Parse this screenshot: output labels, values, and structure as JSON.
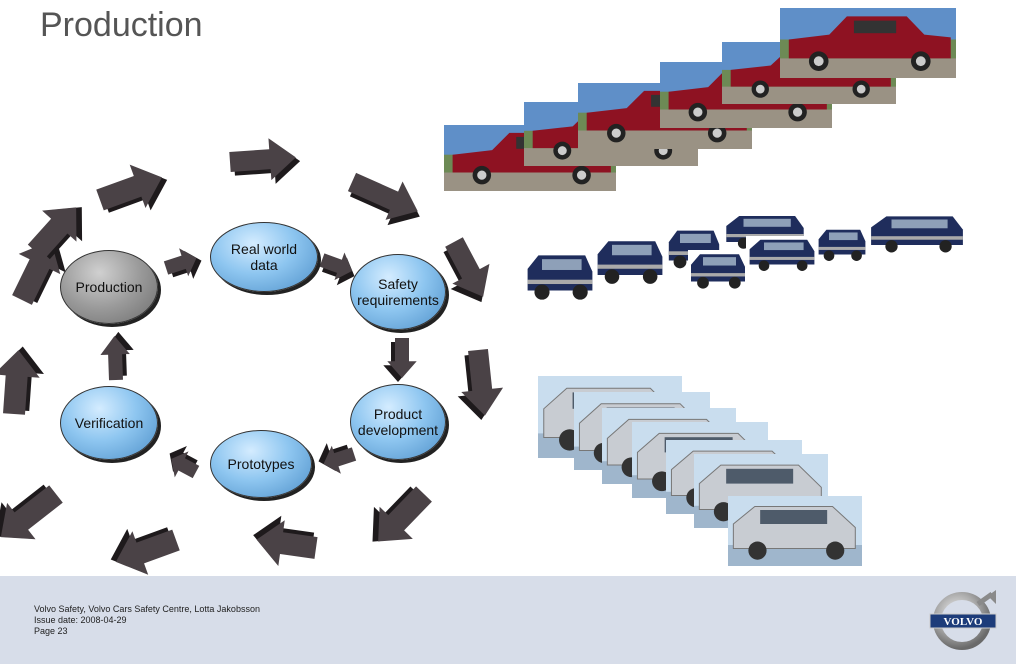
{
  "slide": {
    "title": "Production"
  },
  "cycle": {
    "nodes": [
      {
        "id": "real-world-data",
        "label": "Real world\ndata"
      },
      {
        "id": "safety-requirements",
        "label": "Safety\nrequirements"
      },
      {
        "id": "product-development",
        "label": "Product\ndevelopment"
      },
      {
        "id": "prototypes",
        "label": "Prototypes"
      },
      {
        "id": "verification",
        "label": "Verification"
      },
      {
        "id": "production",
        "label": "Production"
      }
    ]
  },
  "footer": {
    "line1": "Volvo Safety, Volvo Cars Safety Centre, Lotta Jakobsson",
    "line2": "Issue date: 2008-04-29",
    "line3": "Page 23"
  },
  "logo": {
    "text": "VOLVO"
  },
  "colors": {
    "arrow": "#4a4246",
    "arrow_shadow": "#1e1a1c",
    "footer_bg": "#d7dde9",
    "node_blue": "#8ec6f0",
    "node_gray": "#9a9a9a",
    "sedan_red": "#8e1222",
    "suv_blue": "#1f2d5c",
    "wagon_silver": "#c8ccd2"
  }
}
